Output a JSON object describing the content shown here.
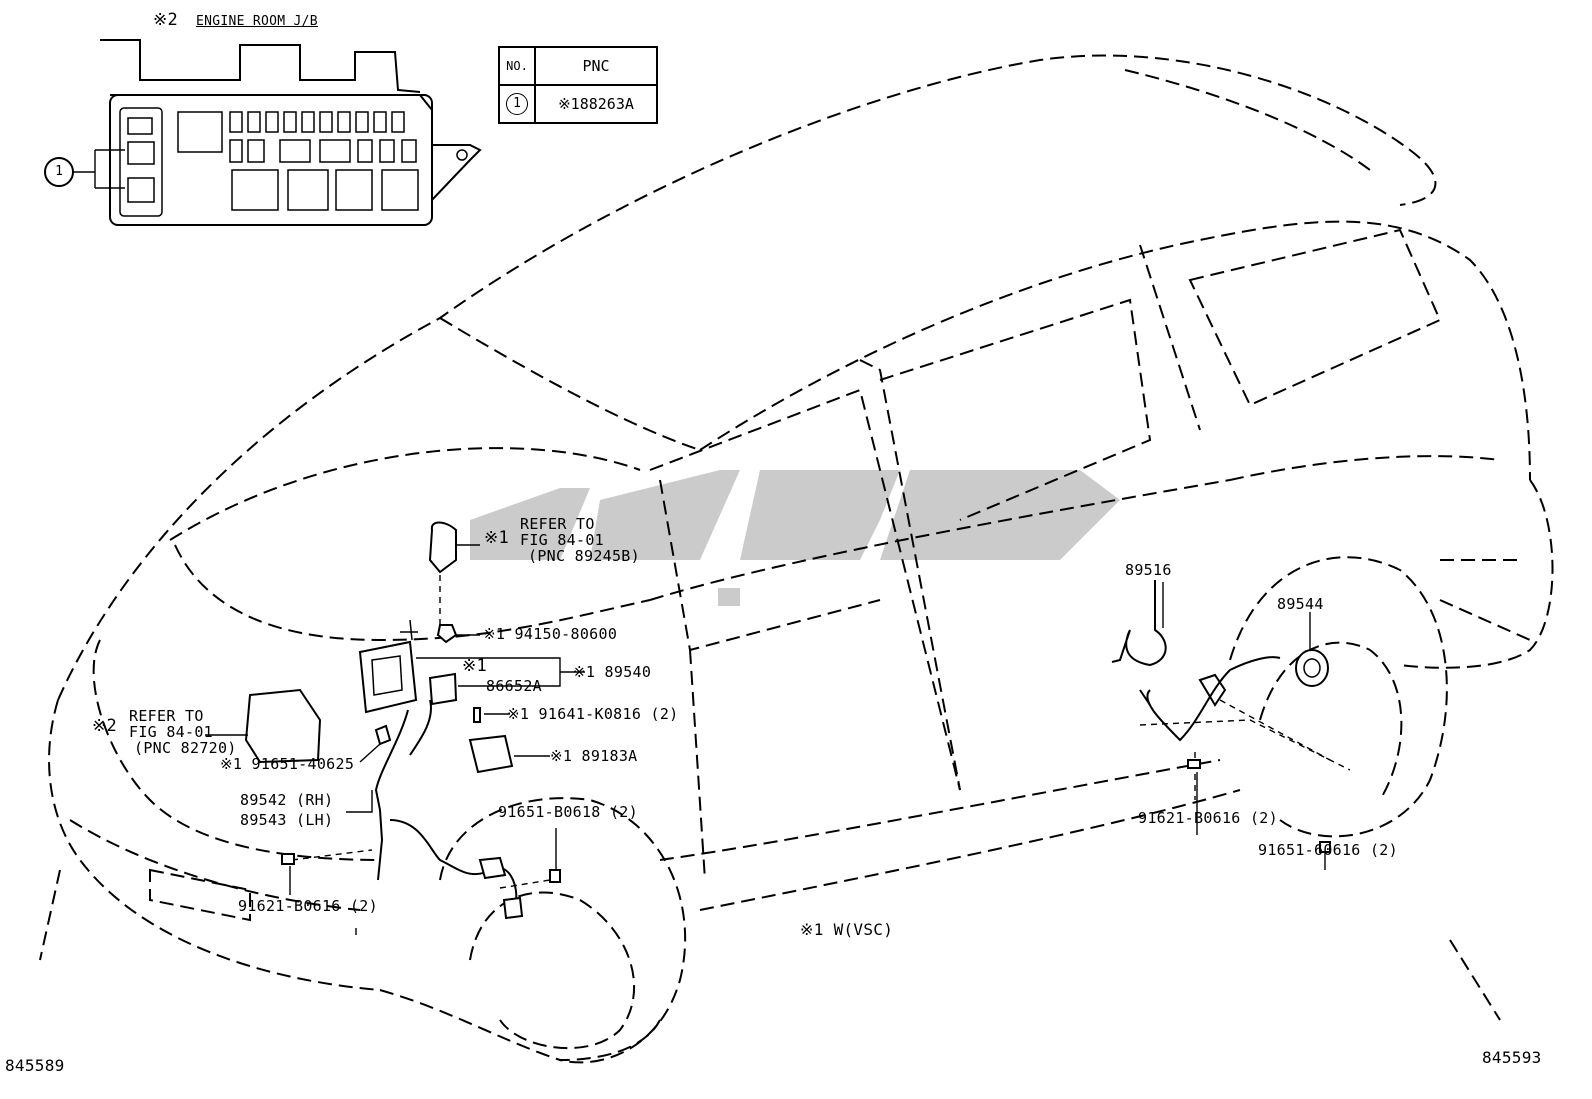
{
  "junction_box": {
    "title_mark": "※2",
    "title": "ENGINE ROOM J/B",
    "callout": "1"
  },
  "pnc_table": {
    "header_no": "NO.",
    "header_pnc": "PNC",
    "rows": [
      {
        "no": "1",
        "pnc": "※188263A"
      }
    ]
  },
  "labels": {
    "refer1_mark": "※1",
    "refer1_line1": "REFER TO",
    "refer1_line2": "FIG 84-01",
    "refer1_line3": "(PNC 89245B)",
    "p94150": "※1 94150-80600",
    "p89540": "※1 89540",
    "p86652_mark": "※1",
    "p86652": "86652A",
    "p91641": "※1 91641-K0816 (2)",
    "p89183": "※1 89183A",
    "refer2_mark": "※2",
    "refer2_line1": "REFER TO",
    "refer2_line2": "FIG 84-01",
    "refer2_line3": "(PNC 82720)",
    "p91651_40625": "※1 91651-40625",
    "p89542": "89542 (RH)",
    "p89543": "89543 (LH)",
    "p91621_front": "91621-B0616 (2)",
    "p91651_b0618": "91651-B0618 (2)",
    "p89516": "89516",
    "p89544": "89544",
    "p91621_rear": "91621-B0616 (2)",
    "p91651_60616": "91651-60616 (2)",
    "note": "※1  W(VSC)",
    "ref_left": "845589",
    "ref_right": "845593"
  },
  "watermark": {
    "color": "#b9b9b9"
  }
}
